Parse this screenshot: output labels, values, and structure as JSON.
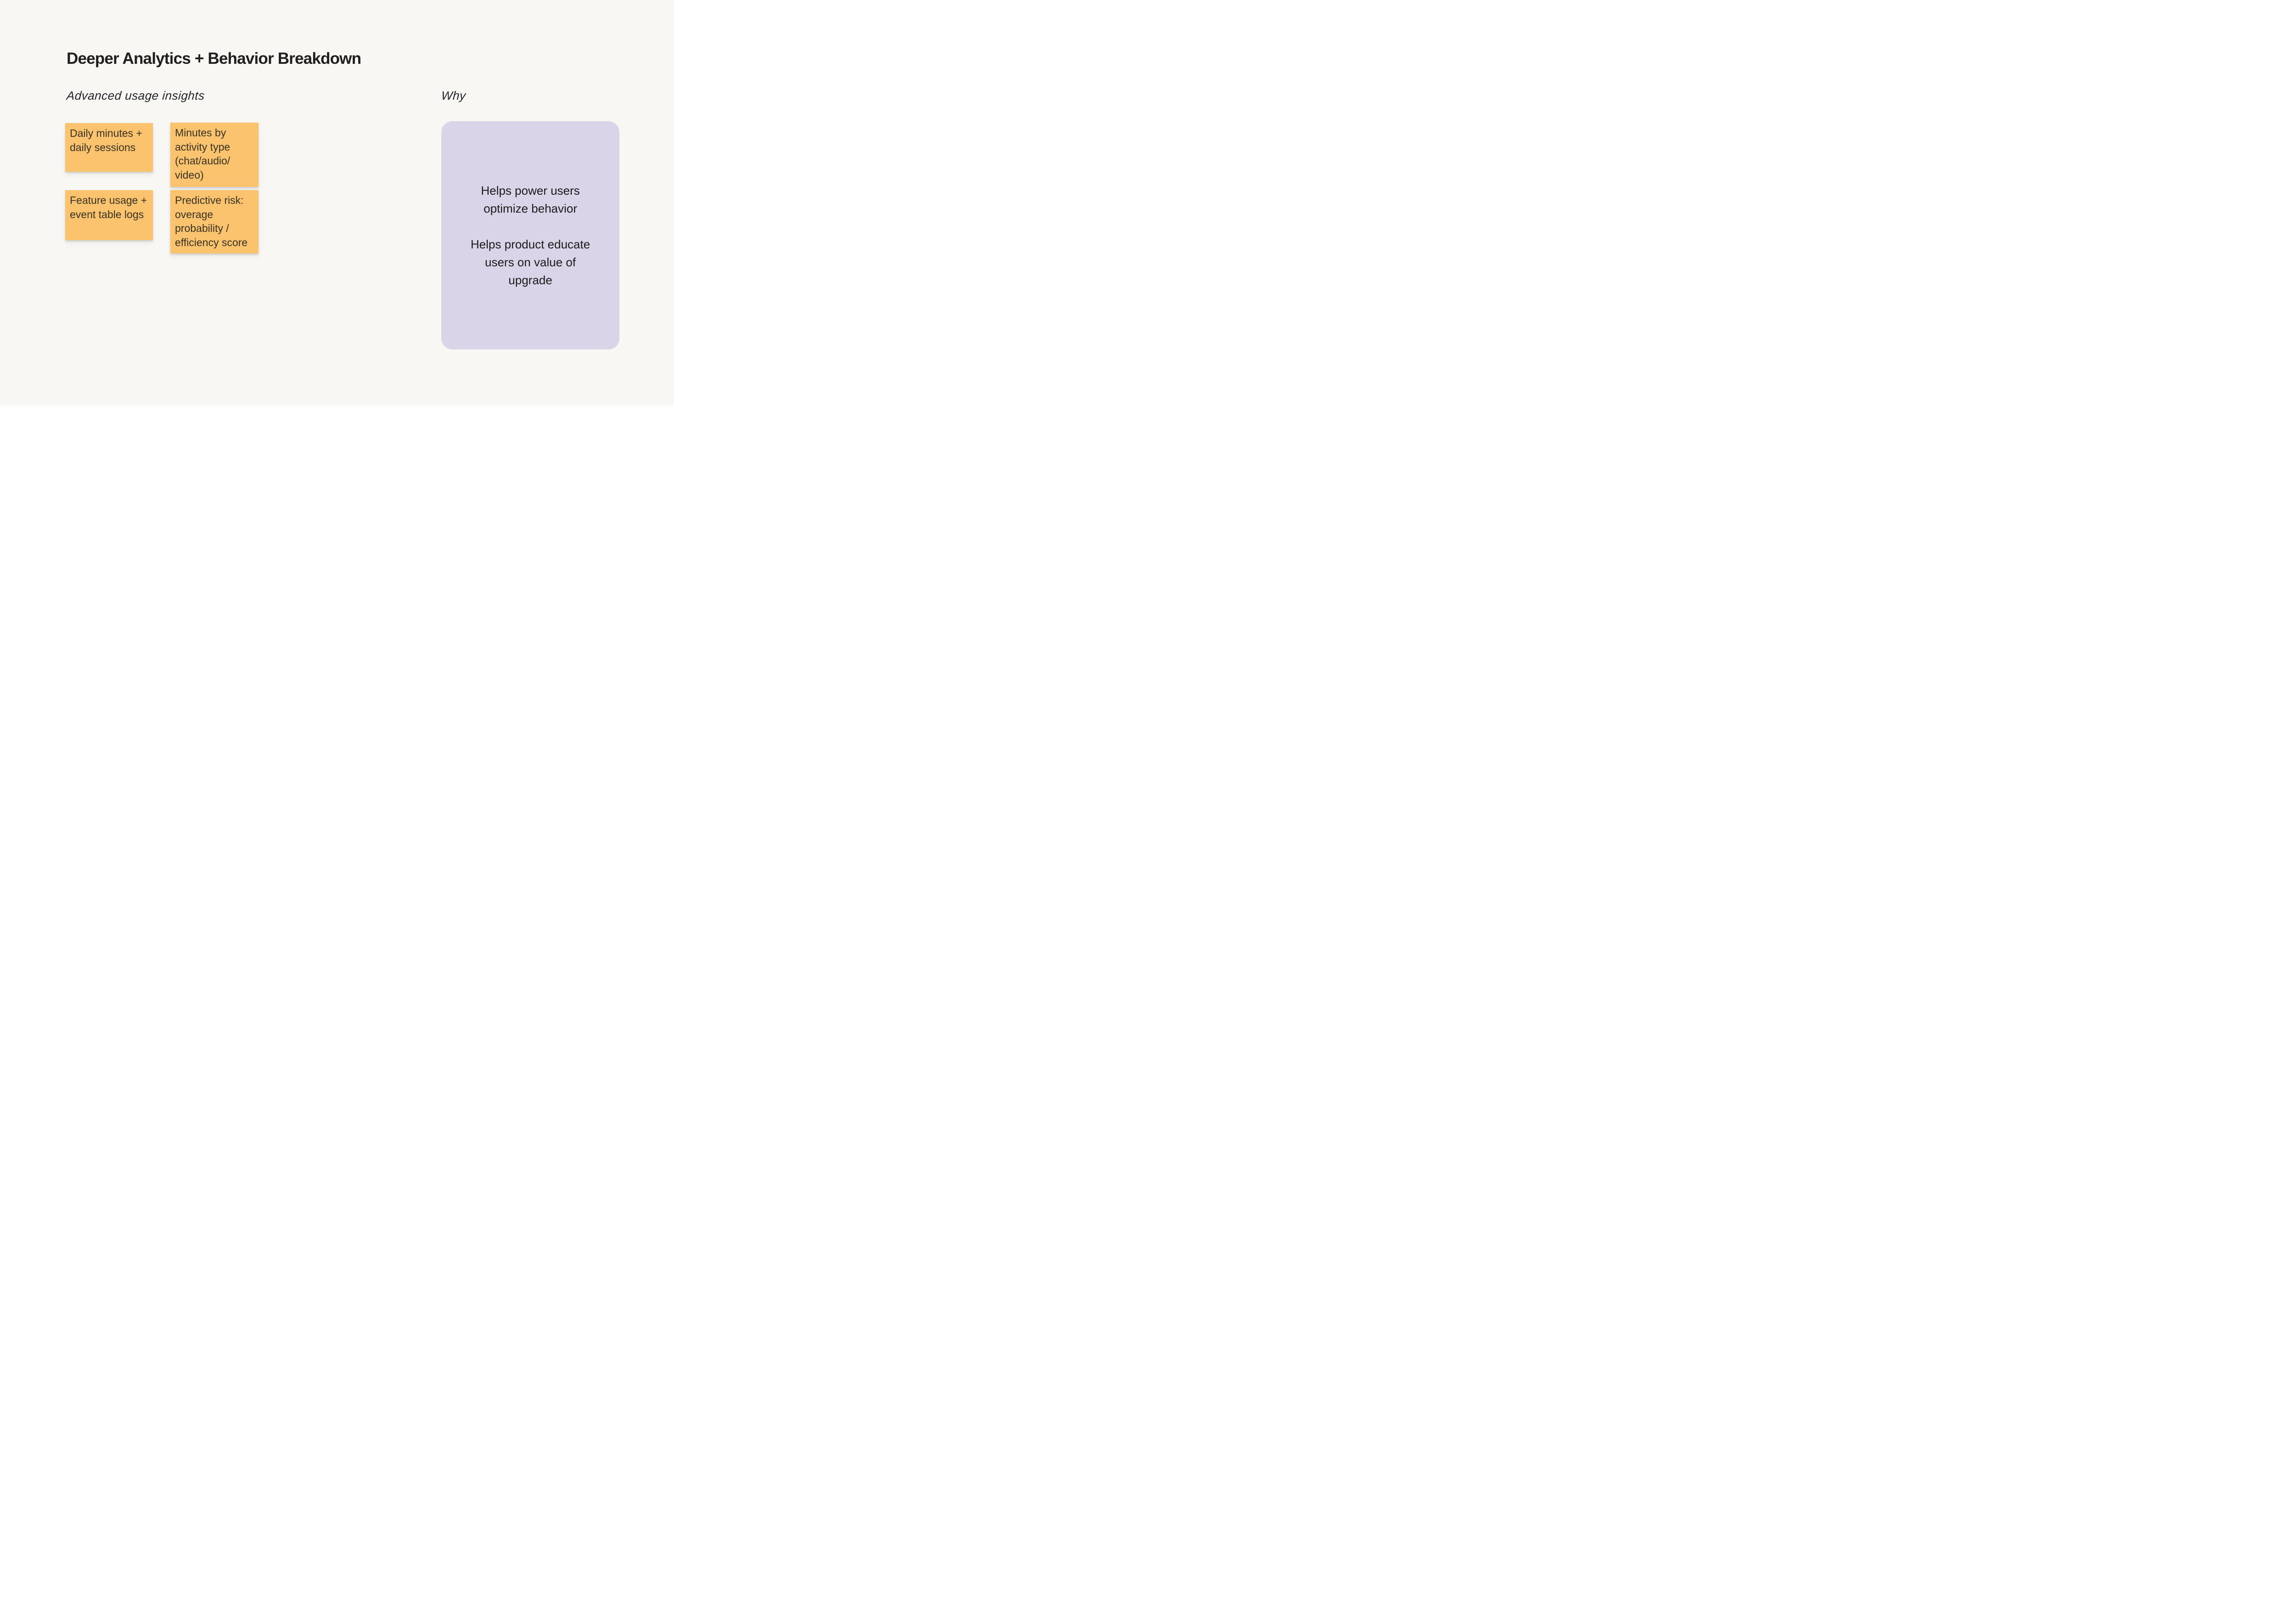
{
  "page": {
    "background_color": "#F8F7F4"
  },
  "board": {
    "title": "Deeper Analytics + Behavior Breakdown"
  },
  "insights_section": {
    "heading": "Advanced usage insights",
    "sticky_color": "#FCC36F",
    "stickies": [
      {
        "text": "Daily minutes + daily sessions",
        "lines": [
          "Daily minutes +",
          "daily sessions"
        ]
      },
      {
        "text": "Minutes by activity type (chat/audio/video)",
        "lines": [
          "Minutes by",
          "activity type",
          "(chat/audio/",
          "video)"
        ]
      },
      {
        "text": "Feature usage + event table logs",
        "lines": [
          "Feature usage +",
          "event table logs"
        ]
      },
      {
        "text": "Predictive risk: overage probability / efficiency score",
        "lines": [
          "Predictive risk:",
          "overage",
          "probability /",
          "efficiency score"
        ]
      }
    ]
  },
  "why_section": {
    "heading": "Why",
    "panel_color": "#DAD4E8",
    "paragraphs": [
      {
        "text": "Helps power users optimize behavior",
        "lines": [
          "Helps power users",
          "optimize behavior"
        ]
      },
      {
        "text": "Helps product educate users on value of upgrade",
        "lines": [
          "Helps product educate",
          "users on value of",
          "upgrade"
        ]
      }
    ]
  }
}
